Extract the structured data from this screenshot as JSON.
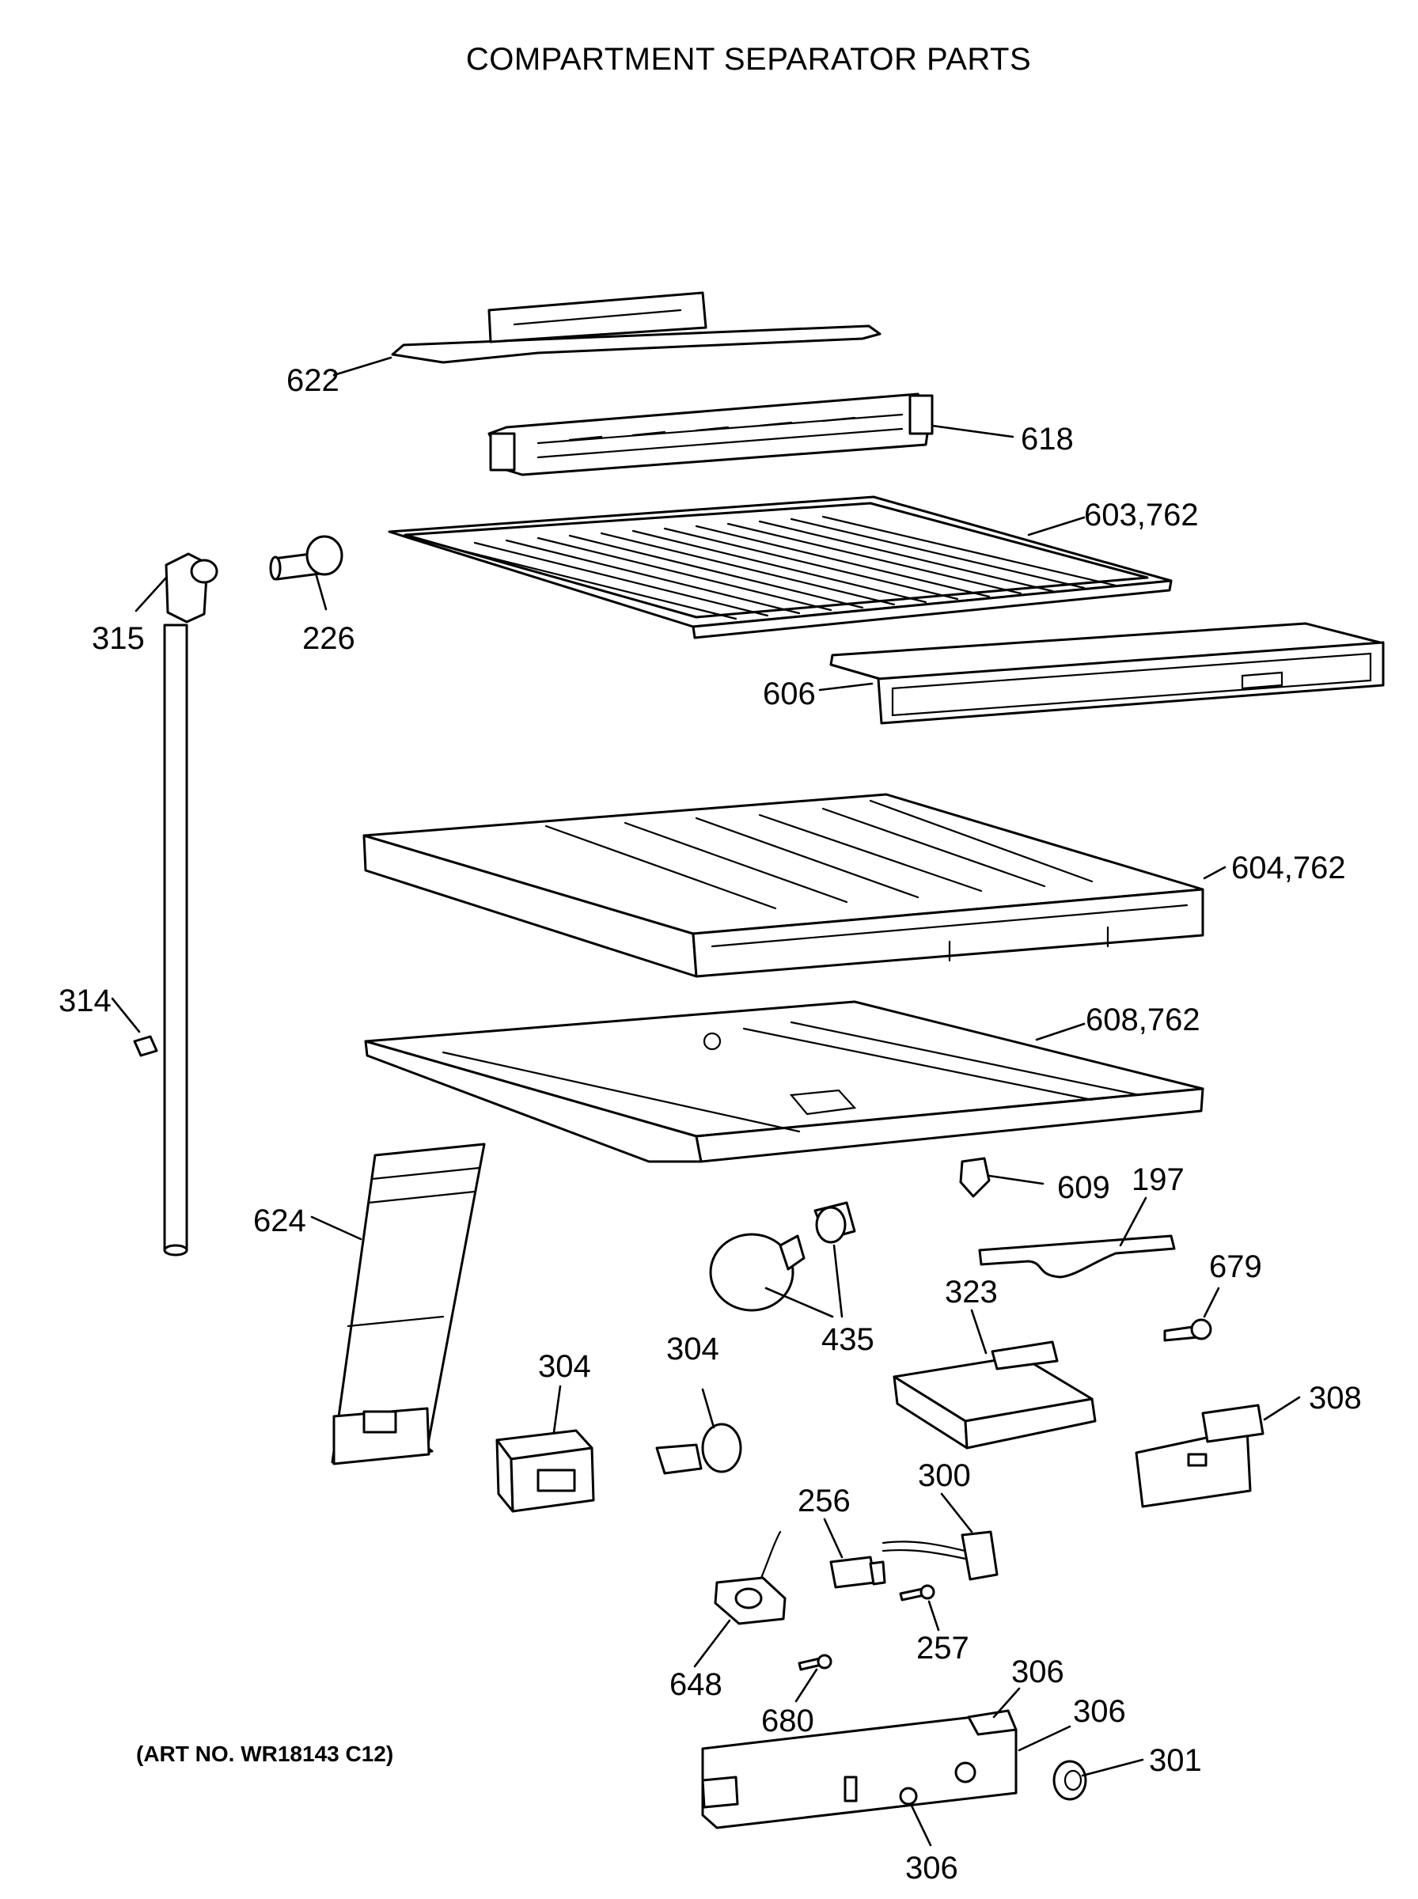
{
  "title": "COMPARTMENT SEPARATOR PARTS",
  "art_number": "(ART NO. WR18143 C12)",
  "callouts": [
    "622",
    "618",
    "603,762",
    "315",
    "226",
    "606",
    "604,762",
    "314",
    "608,762",
    "609",
    "197",
    "624",
    "679",
    "435",
    "323",
    "304",
    "304",
    "308",
    "256",
    "300",
    "257",
    "648",
    "680",
    "306",
    "306",
    "301",
    "306"
  ]
}
